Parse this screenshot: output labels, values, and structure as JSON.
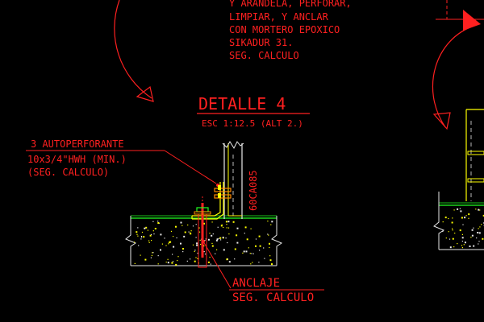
{
  "notes_top": {
    "lines": [
      "Y ARANDELA, PERFORAR,",
      "LIMPIAR, Y ANCLAR",
      "CON MORTERO EPOXICO",
      "SIKADUR 31.",
      "SEG. CALCULO"
    ]
  },
  "detail": {
    "title": "DETALLE 4",
    "scale": "ESC 1:12.5 (ALT 2.)"
  },
  "callout_screw": {
    "lines": [
      "3 AUTOPERFORANTE",
      "10x3/4\"HWH (MIN.)",
      "(SEG. CALCULO)"
    ]
  },
  "profile_label": "60CA085",
  "callout_anchor": {
    "lines": [
      "ANCLAJE",
      "SEG. CALCULO"
    ]
  },
  "colors": {
    "red": "#ff2020",
    "yellow": "#ffff00",
    "white": "#e8e8e8",
    "green": "#20ff20",
    "orange": "#ff8800"
  }
}
